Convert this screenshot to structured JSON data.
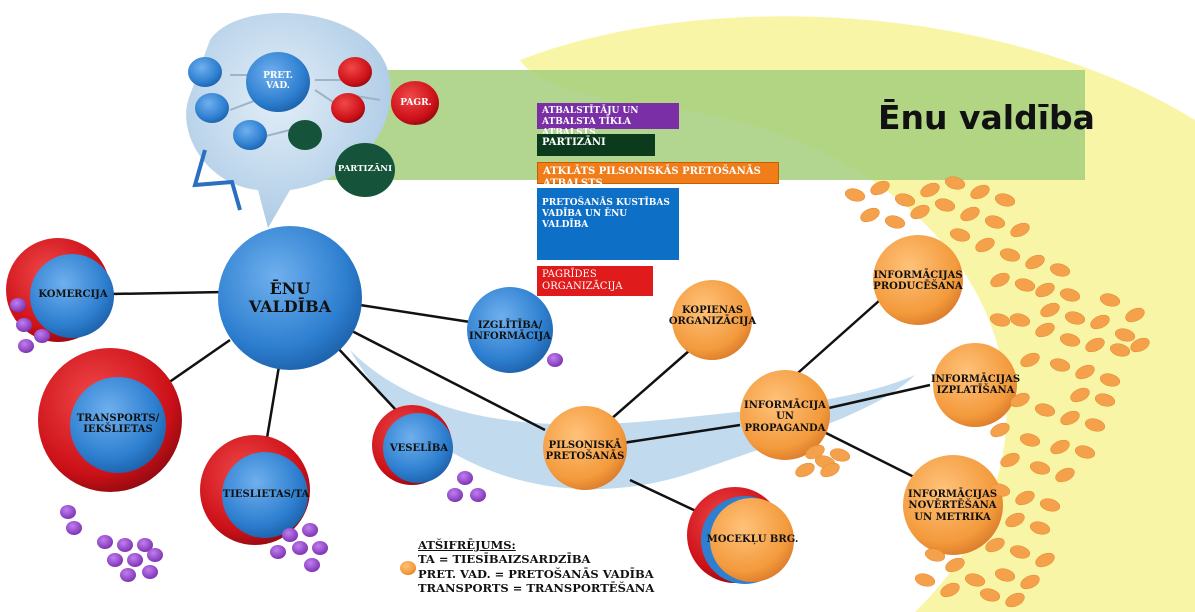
{
  "title": "Ēnu valdība",
  "nodes": {
    "center": "ĒNU\nVALDĪBA",
    "komercija": "KOMERCIJA",
    "transports": "TRANSPORTS/\nIEKŠLIETAS",
    "tieslietas": "TIESLIETAS/TA",
    "veseliba": "VESELĪBA",
    "izglitiba": "IZGLĪTĪBA/\nINFORMĀCIJA",
    "pilsoniska": "PILSONISKĀ\nPRETOŠANĀS",
    "kopienas": "KOPIENAS\nORGANIZĀCIJA",
    "informacija": "INFORMĀCIJA\nUN\nPROPAGANDA",
    "mocekli": "MOCEKĻU BRG.",
    "producesana": "INFORMĀCIJAS\nPRODUCĒŠANA",
    "izplatisana": "INFORMĀCIJAS\nIZPLATĪŠANA",
    "novertesana": "INFORMĀCIJAS\nNOVĒRTĒŠANA\nUN METRIKA",
    "pret_vad": "PRET.\nVAD.",
    "pagr": "PAGR.",
    "partizani": "PARTIZĀNI"
  },
  "legend_keys": [
    {
      "label": "ATBALSTĪTĀJU UN ATBALSTA TĪKLA ATBALSTS",
      "color": "#7b2fa6"
    },
    {
      "label": "PARTIZĀNI",
      "color": "#0b3a1c"
    },
    {
      "label": "ATKLĀTS PILSONISKĀS PRETOŠANĀS ATBALSTS",
      "color": "#f07c1a"
    },
    {
      "label": "PRETOŠANĀS KUSTĪBAS VADĪBA UN ĒNU VALDĪBA",
      "color": "#0d6fc6"
    },
    {
      "label": "PAGRĪDES ORGANIZĀCIJA",
      "color": "#e01b1b"
    }
  ],
  "abbreviations": {
    "heading": "ATŠIFRĒJUMS:",
    "lines": [
      "TA = TIESĪBAIZSARDZĪBA",
      "PRET. VAD. = PRETOŠANĀS VADĪBA",
      "TRANSPORTS = TRANSPORTĒŠANA"
    ]
  },
  "colors": {
    "blue": "#2e7fd0",
    "red": "#d0121b",
    "orange": "#f5a04a",
    "purple": "#8a3fc0",
    "dark_green": "#15533a",
    "banner_green": "#9ccc72",
    "yellow": "#f7f5a0",
    "light_blue": "#bcd6ec"
  }
}
